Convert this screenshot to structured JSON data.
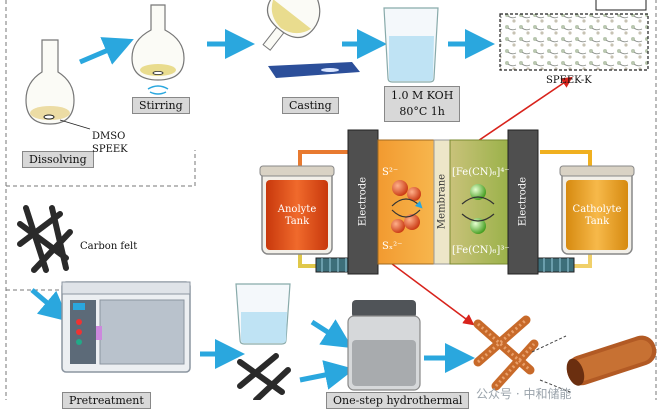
{
  "steps": {
    "dissolving": "Dissolving",
    "dmso": "DMSO",
    "speek": "SPEEK",
    "stirring": "Stirring",
    "casting": "Casting",
    "koh_line1": "1.0 M KOH",
    "koh_line2": "80°C 1h",
    "speek_k": "SPEEK-K",
    "carbon_felt": "Carbon felt",
    "pretreatment": "Pretreatment",
    "hydrothermal": "One-step hydrothermal"
  },
  "cell": {
    "electrode_left": "Electrode",
    "electrode_right": "Electrode",
    "membrane": "Membrane",
    "anolyte_line1": "Anolyte",
    "anolyte_line2": "Tank",
    "catholyte_line1": "Catholyte",
    "catholyte_line2": "Tank",
    "s2": "S²⁻",
    "sx": "Sₓ²⁻",
    "fe4": "[Fe(CN)₆]⁴⁻",
    "fe3": "[Fe(CN)₆]³⁻"
  },
  "watermark": "公众号 · 中和储能",
  "colors": {
    "arrow": "#2aa7de",
    "red_arrow": "#d8231c",
    "frame": "#333333",
    "anolyte": "#e8501c",
    "catholyte": "#f1a320",
    "electrode": "#555555",
    "membrane": "#ede6c8"
  }
}
